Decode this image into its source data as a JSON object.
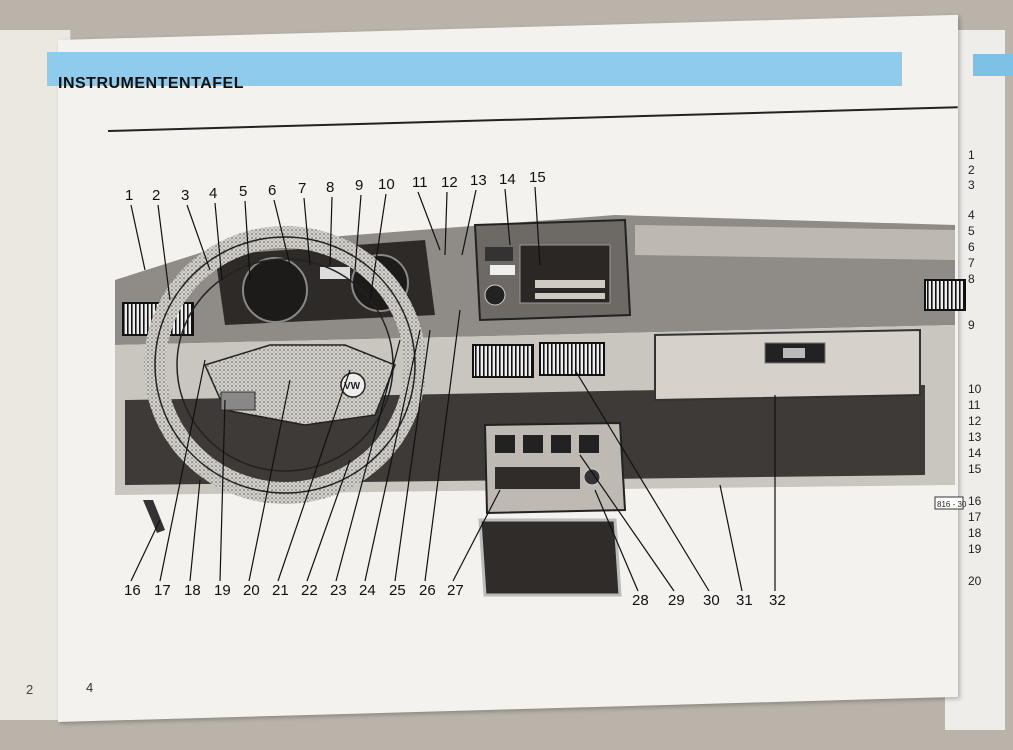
{
  "document": {
    "section_title": "INSTRUMENTENTAFEL",
    "page_number": "4",
    "left_page_number": "2",
    "callouts_top": [
      "1",
      "2",
      "3",
      "4",
      "5",
      "6",
      "7",
      "8",
      "9",
      "10",
      "11",
      "12",
      "13",
      "14",
      "15"
    ],
    "callouts_bottom": [
      "16",
      "17",
      "18",
      "19",
      "20",
      "21",
      "22",
      "23",
      "24",
      "25",
      "26",
      "27",
      "28",
      "29",
      "30",
      "31",
      "32"
    ],
    "side_labels": [
      "1",
      "2",
      "3",
      "4",
      "5",
      "6",
      "7",
      "8",
      "9",
      "10",
      "11",
      "12",
      "13",
      "14",
      "15",
      "16",
      "17",
      "18",
      "19",
      "20"
    ],
    "illustration_code": "816 - 30"
  }
}
